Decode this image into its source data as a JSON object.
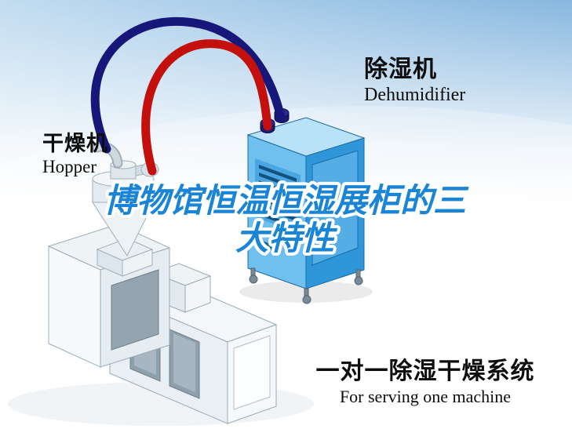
{
  "title": {
    "line1": "博物馆恒温恒湿展柜的三",
    "line2": "大特性",
    "fill": "#1a85d6",
    "outline": "#ffffff"
  },
  "dryer_label": {
    "cn": "干燥机",
    "en": "Hopper"
  },
  "dehumidifier_label": {
    "cn": "除湿机",
    "en": "Dehumidifier"
  },
  "system_label": {
    "cn": "一对一除湿干燥系统",
    "en": "For serving one machine"
  },
  "colors": {
    "sky_blue": "#7fb2dd",
    "pipe_red": "#c4100c",
    "pipe_navy": "#17177a",
    "dehumidifier_front": "#70c0ef",
    "dehumidifier_side": "#2f97d9",
    "dehumidifier_top": "#b9e1f8",
    "dehumidifier_door": "#54ade5",
    "machine_body": "#eef3f7",
    "machine_panel": "#8fa0ad"
  }
}
